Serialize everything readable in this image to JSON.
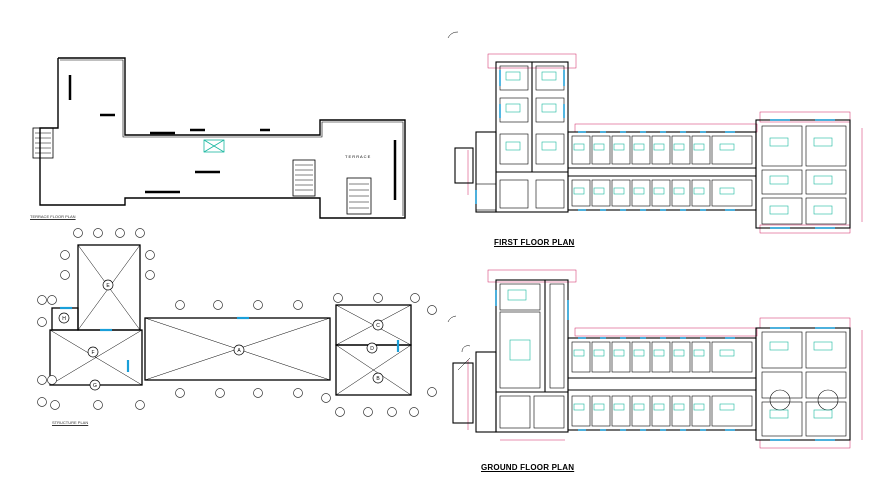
{
  "drawing": {
    "terrace_plan": {
      "title": "TERRACE FLOOR PLAN",
      "room_label": "T E R R A C E"
    },
    "structure_plan": {
      "title": "STRUCTURE PLAN",
      "zones": [
        "A",
        "B",
        "C",
        "D",
        "E",
        "F",
        "G",
        "H"
      ]
    },
    "first_floor": {
      "title": "FIRST FLOOR PLAN"
    },
    "ground_floor": {
      "title": "GROUND FLOOR PLAN"
    }
  },
  "colors": {
    "wall": "#000000",
    "dimension": "#d02060",
    "window": "#1a9fd9",
    "furniture": "#19b8a0",
    "column_label": "#333333"
  }
}
